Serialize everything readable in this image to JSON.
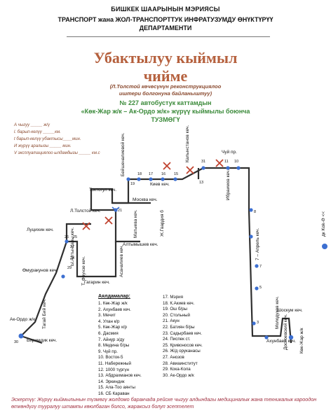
{
  "header": {
    "line1": "БИШКЕК ШААРЫНЫН МЭРИЯСЫ",
    "line2": "ТРАНСПОРТ жана ЖОЛ-ТРАНСПОРТТУК ИНФРАТУЗУМДУ ӨНҮКТҮРҮҮ",
    "line3": "ДЕПАРТАМЕНТИ"
  },
  "title": {
    "line1": "Убактылуу кыймыл",
    "line2": "чийме",
    "sub1": "(Л.Толстой көчөсүнүн реконструкциялоо",
    "sub2": "иштери болгонуна байланыштуу)",
    "route_line": "№ 227  автобустук каттамдын",
    "route_path": "«Көк-Жар ж/к – Ак-Ордо ж/к» жүрүү кыймылы боюнча",
    "scheme": "ТУЗМӨГҮ"
  },
  "fill_lines": [
    "А чыгуу _____ ж/ү",
    "l. барып-келүү _____км.",
    "t барып-келүү убактысы____мин.",
    "И жүрүү аралыгы _____ мин.",
    "V эксплуатациялоо ылдамдыгы _____ км.с"
  ],
  "streets": {
    "kiev": "Киев кеч.",
    "moskva": "Москва кеч.",
    "toktogul": "Токтогул кеч.",
    "ltolstoy": "Л.Толстой кеч.",
    "lushikhin": "Луцихин кеч.",
    "omurakunov": "Өмуракунов кеч.",
    "aktepa": "Ак-Ордо ж/к",
    "birimdik": "Биримдик кеч.",
    "gagarin": "Гагарин кеч.",
    "aalmyshev": "Алтымышев кеч.",
    "chuy": "Чуй пр.",
    "april7": "7 – Апрель кеч.",
    "akhunbaev": "Ахунбаев кеч.",
    "shoskum": "Шоскум кеч.",
    "kokjar": "Көк-Жар ж/к",
    "molodezh": "Молодухов кеч.",
    "dostuk": "Достоевский кеч.",
    "beyshenalieva": "Бейшеналиевой кеч.",
    "kalynstanov": "Калынстанов кеч.",
    "ibraimov": "Ибраимов кеч.",
    "matyaeva": "Матыева кеч.",
    "jgvardiya": "Ж.Гвардия б",
    "asanalieva": "Асаналиев кеч.",
    "frunze": "Т. Фрунзе кеч.",
    "altynsary": "Ы.Алтынсары кеч.",
    "tagay": "Тагай Бий кеч.",
    "right_vertical": "дк Kok-Ә <<"
  },
  "legend_title": "Аялдамалар:",
  "stops_col1": [
    "1. Көк-Жар ж/к",
    "2. Ахунбаев кеч.",
    "3. Мечит",
    "4. Улан к/р",
    "5. Көк-Жар к/р",
    "6. Дасмия",
    "7. Айнур з/ду",
    "8. Медина б/ры",
    "9. Чүй пр.",
    "10. Восток-5",
    "11. Набережный",
    "12. 1000 түргүн",
    "13. Абдрахманов кеч.",
    "14. Эркиндик",
    "15. Ала-Тоо аянты",
    "16. СБ Караван"
  ],
  "stops_col2": [
    "17. Мэрия",
    "18. К.Акиев кеч.",
    "19. Ош б/ры",
    "20. Стольный",
    "21. Акун",
    "22. Батиян б/ры",
    "23. Садырбаев кеч.",
    "24. Писпек ст.",
    "25. Кривоносов кеч.",
    "26. Ж/д оруканасы",
    "27. Анозов",
    "28. Авиаинститут",
    "29. Кока-Кола",
    "30. Ак-Ордо ж/к"
  ],
  "stop_numbers": [
    "1",
    "2",
    "3",
    "4",
    "5",
    "6",
    "7",
    "8",
    "9",
    "10",
    "11",
    "12",
    "13",
    "14",
    "15",
    "16",
    "17",
    "18",
    "19",
    "20",
    "21",
    "22",
    "23",
    "24",
    "25",
    "26",
    "27",
    "28",
    "29",
    "30",
    "31"
  ],
  "note": "Эскертүү: Жүрүү кыймылынын түзмөгү жолдомо баракчада рейске чыгуу алдындагы медициналык жана техникалык кароодон өткөндүгү тууралуу штампы көюлбаган болсо, жараксыз болуп эсептелет",
  "colors": {
    "route": "#2f2f2f",
    "stop": "#3c6fd1",
    "cross": "#c0432f",
    "title": "#b5603d"
  }
}
